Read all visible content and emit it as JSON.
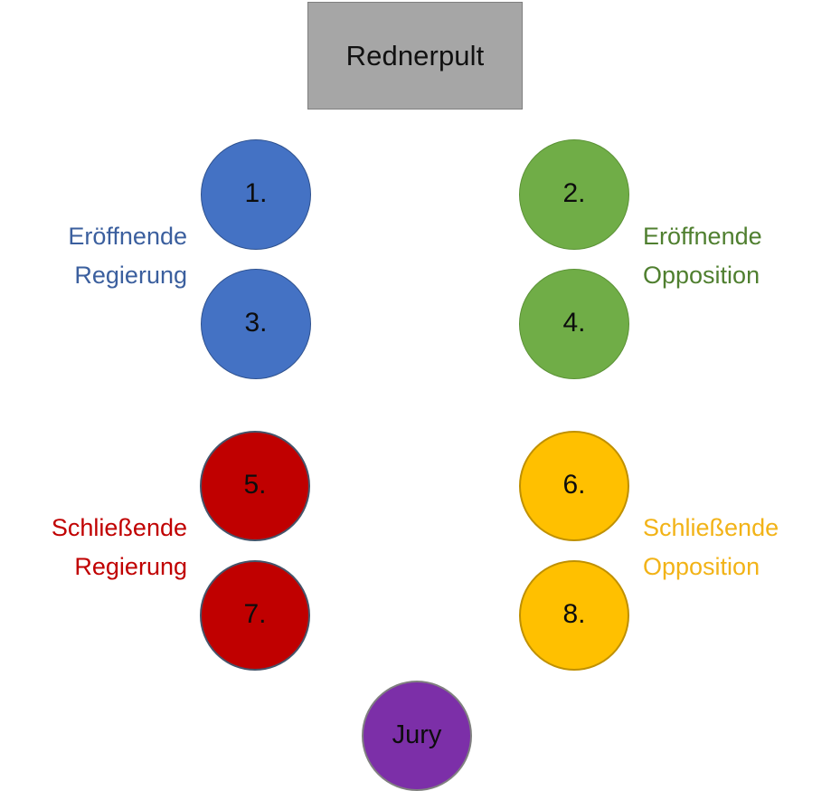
{
  "diagram": {
    "podium": {
      "label": "Rednerpult",
      "fill": "#a6a6a6",
      "border": "#7f7f7f"
    },
    "seats": [
      {
        "number": "1.",
        "color_name": "blue",
        "fill": "#4472c4",
        "side": "left",
        "row": 1
      },
      {
        "number": "2.",
        "color_name": "green",
        "fill": "#70ad47",
        "side": "right",
        "row": 1
      },
      {
        "number": "3.",
        "color_name": "blue",
        "fill": "#4472c4",
        "side": "left",
        "row": 2
      },
      {
        "number": "4.",
        "color_name": "green",
        "fill": "#70ad47",
        "side": "right",
        "row": 2
      },
      {
        "number": "5.",
        "color_name": "red",
        "fill": "#c00000",
        "side": "left",
        "row": 3
      },
      {
        "number": "6.",
        "color_name": "amber",
        "fill": "#ffc000",
        "side": "right",
        "row": 3
      },
      {
        "number": "7.",
        "color_name": "red",
        "fill": "#c00000",
        "side": "left",
        "row": 4
      },
      {
        "number": "8.",
        "color_name": "amber",
        "fill": "#ffc000",
        "side": "right",
        "row": 4
      }
    ],
    "jury": {
      "label": "Jury",
      "fill": "#7c2fa8",
      "border": "#808080"
    },
    "factions": [
      {
        "line1": "Eröffnende",
        "line2": "Regierung",
        "text": "Eröffnende\nRegierung",
        "color": "#3b5f9e",
        "side": "left",
        "seats": [
          "1.",
          "3."
        ]
      },
      {
        "line1": "Eröffnende",
        "line2": "Opposition",
        "text": "Eröffnende\nOpposition",
        "color": "#4f7f2f",
        "side": "right",
        "seats": [
          "2.",
          "4."
        ]
      },
      {
        "line1": "Schließende",
        "line2": "Regierung",
        "text": "Schließende\nRegierung",
        "color": "#c00000",
        "side": "left",
        "seats": [
          "5.",
          "7."
        ]
      },
      {
        "line1": "Schließende",
        "line2": "Opposition",
        "text": "Schließende\nOpposition",
        "color": "#f2b317",
        "side": "right",
        "seats": [
          "6.",
          "8."
        ]
      }
    ]
  }
}
